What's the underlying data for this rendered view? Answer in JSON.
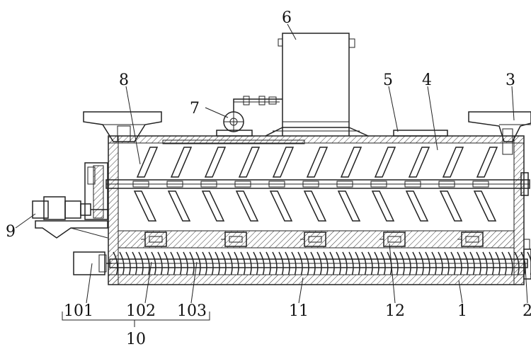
{
  "labels": {
    "l1": "1",
    "l2": "2",
    "l3": "3",
    "l4": "4",
    "l5": "5",
    "l6": "6",
    "l7": "7",
    "l8": "8",
    "l9": "9",
    "l10": "10",
    "l11": "11",
    "l12": "12",
    "l101": "101",
    "l102": "102",
    "l103": "103"
  }
}
